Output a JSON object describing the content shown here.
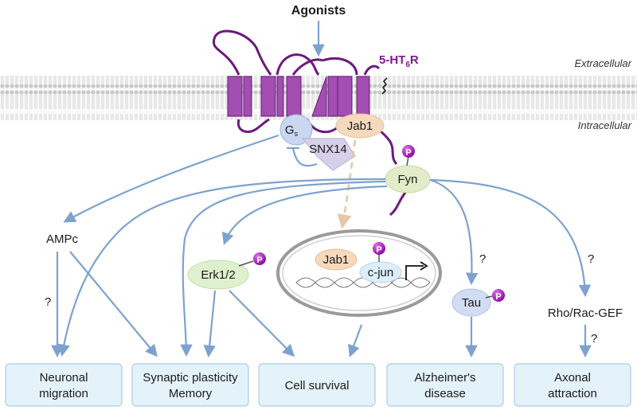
{
  "agonists": "Agonists",
  "receptor": {
    "name": "5-HT",
    "sub": "6",
    "suffix": "R"
  },
  "compartments": {
    "extracellular": "Extracellular",
    "intracellular": "Intracellular"
  },
  "proteins": {
    "gs": "G",
    "gs_sub": "s",
    "snx14": "SNX14",
    "jab1": "Jab1",
    "fyn": "Fyn",
    "ampc": "AMPc",
    "erk": "Erk1/2",
    "nucleus_jab1": "Jab1",
    "cjun": "c-jun",
    "tau": "Tau",
    "rho": "Rho/Rac-GEF"
  },
  "phospho_label": "P",
  "question_mark": "?",
  "outcomes": [
    {
      "line1": "Neuronal",
      "line2": "migration"
    },
    {
      "line1": "Synaptic plasticity",
      "line2": "Memory"
    },
    {
      "line1": "Cell survival",
      "line2": ""
    },
    {
      "line1": "Alzheimer's",
      "line2": "disease"
    },
    {
      "line1": "Axonal",
      "line2": "attraction"
    }
  ],
  "colors": {
    "arrow": "#7ea2cf",
    "receptor": "#a44db3",
    "phospho": "#a020b0",
    "outcome_fill": "#e4f2fa",
    "jab1_fill": "#f6d9bd",
    "fyn_fill": "#e3ecc8",
    "erk_fill": "#dff0cf",
    "gs_fill": "#c9d8f0",
    "snx_fill": "#d6d0ea",
    "tau_fill": "#d2dcf3",
    "cjun_fill": "#dceef9"
  }
}
